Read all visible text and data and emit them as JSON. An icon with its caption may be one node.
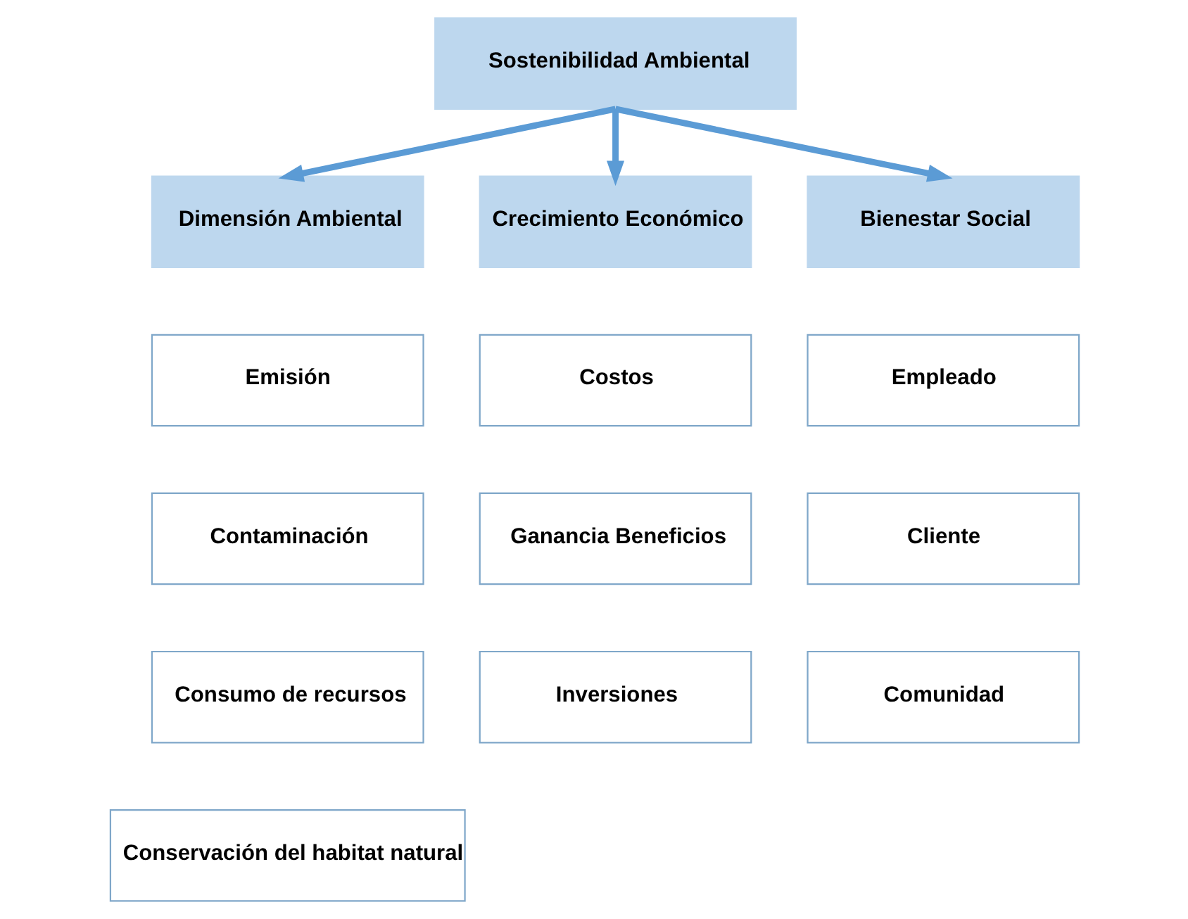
{
  "diagram": {
    "nodes": [
      {
        "text": [
          "Sostenibilidad Ambiental"
        ]
      },
      {
        "text": [
          "Dimensión Ambiental"
        ]
      },
      {
        "text": [
          "Crecimiento Económico"
        ]
      },
      {
        "text": [
          "Bienestar Social"
        ]
      },
      {
        "text": [
          "Emisión"
        ]
      },
      {
        "text": [
          "Contaminación"
        ]
      },
      {
        "text": [
          "Consumo de recursos"
        ]
      },
      {
        "text": [
          "Conservación del habitat natural"
        ]
      },
      {
        "text": [
          "Costos"
        ]
      },
      {
        "text": [
          "Ganancia Beneficios"
        ]
      },
      {
        "text": [
          "Inversiones"
        ]
      },
      {
        "text": [
          "Empleado"
        ]
      },
      {
        "text": [
          "Cliente"
        ]
      },
      {
        "text": [
          "Comunidad"
        ]
      }
    ],
    "edges": [
      {
        "from": 0,
        "to": 1,
        "arrow": "to"
      },
      {
        "from": 0,
        "to": 2,
        "arrow": "to"
      },
      {
        "from": 0,
        "to": 3,
        "arrow": "to"
      }
    ]
  }
}
